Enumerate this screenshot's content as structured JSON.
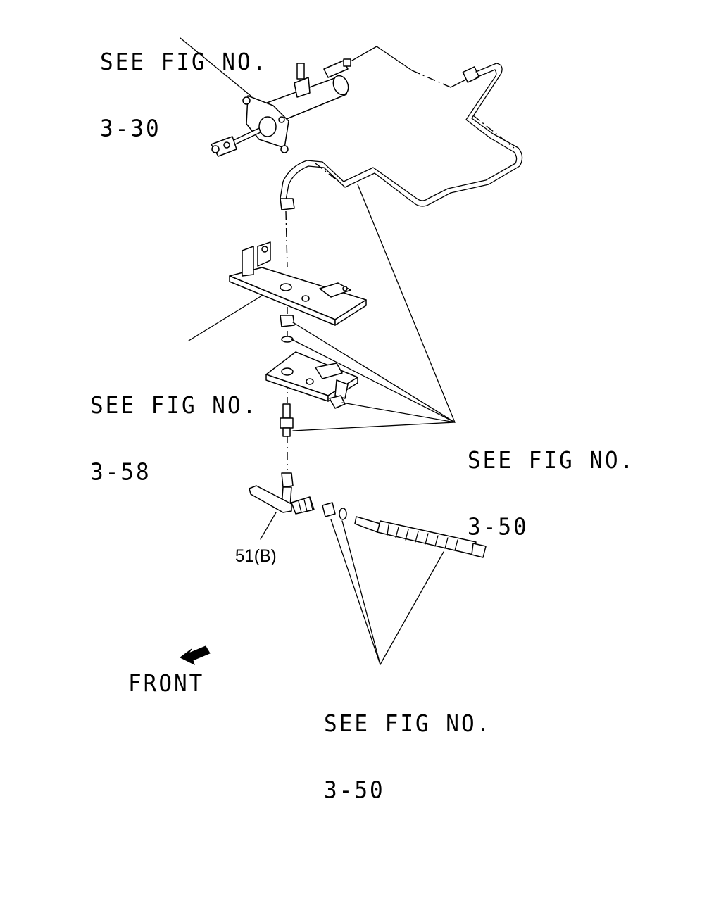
{
  "callouts": {
    "fig_3_30": {
      "line1": "SEE FIG NO.",
      "line2": "3-30"
    },
    "fig_3_58": {
      "line1": "SEE FIG NO.",
      "line2": "3-58"
    },
    "fig_3_50_a": {
      "line1": "SEE FIG NO.",
      "line2": "3-50"
    },
    "fig_3_50_b": {
      "line1": "SEE FIG NO.",
      "line2": "3-50"
    }
  },
  "part_label": "51(B)",
  "direction": {
    "label": "FRONT",
    "icon": "front-arrow-icon"
  }
}
